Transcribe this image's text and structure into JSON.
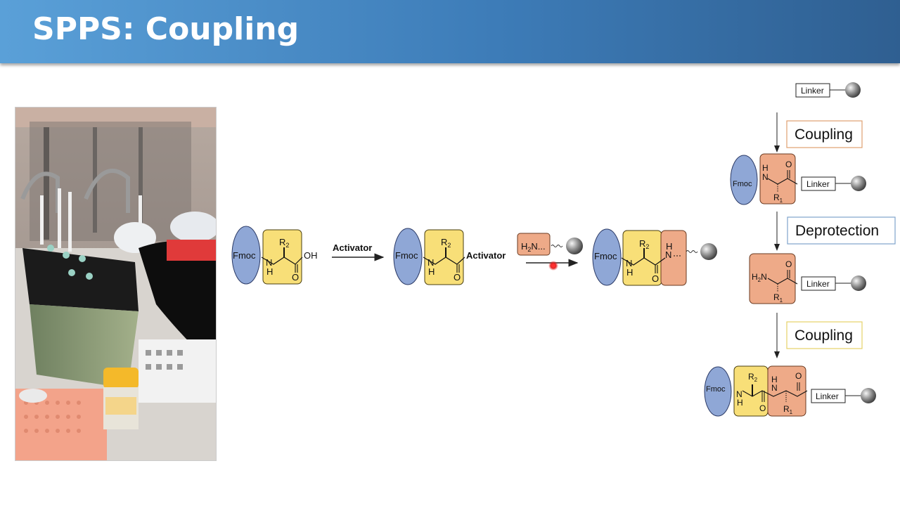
{
  "slide": {
    "title": "SPPS: Coupling"
  },
  "scheme": {
    "fmoc": "Fmoc",
    "nh_n": "N",
    "nh_h": "H",
    "oh": "OH",
    "o": "O",
    "r2": "R",
    "r2_sub": "2",
    "r1": "R",
    "r1_sub": "1",
    "activator": "Activator",
    "amine_h": "H",
    "amine_sub": "2",
    "amine_n": "N...",
    "linker": "Linker",
    "h2n_h": "H",
    "h2n_n": "N",
    "steps": {
      "coupling_1": "Coupling",
      "deprotection": "Deprotection",
      "coupling_2": "Coupling"
    }
  },
  "colors": {
    "fmoc_fill": "#8fa7d6",
    "aa_fill": "#f8df78",
    "resin_aa_fill": "#eeaa88",
    "coupling_border_1": "#e0a070",
    "deprotection_border": "#7fa4cc",
    "coupling_border_2": "#e6d267",
    "pointer": "#e02020"
  },
  "icons": {
    "resin_bead": "grey-sphere",
    "laser_pointer": "red-dot"
  }
}
